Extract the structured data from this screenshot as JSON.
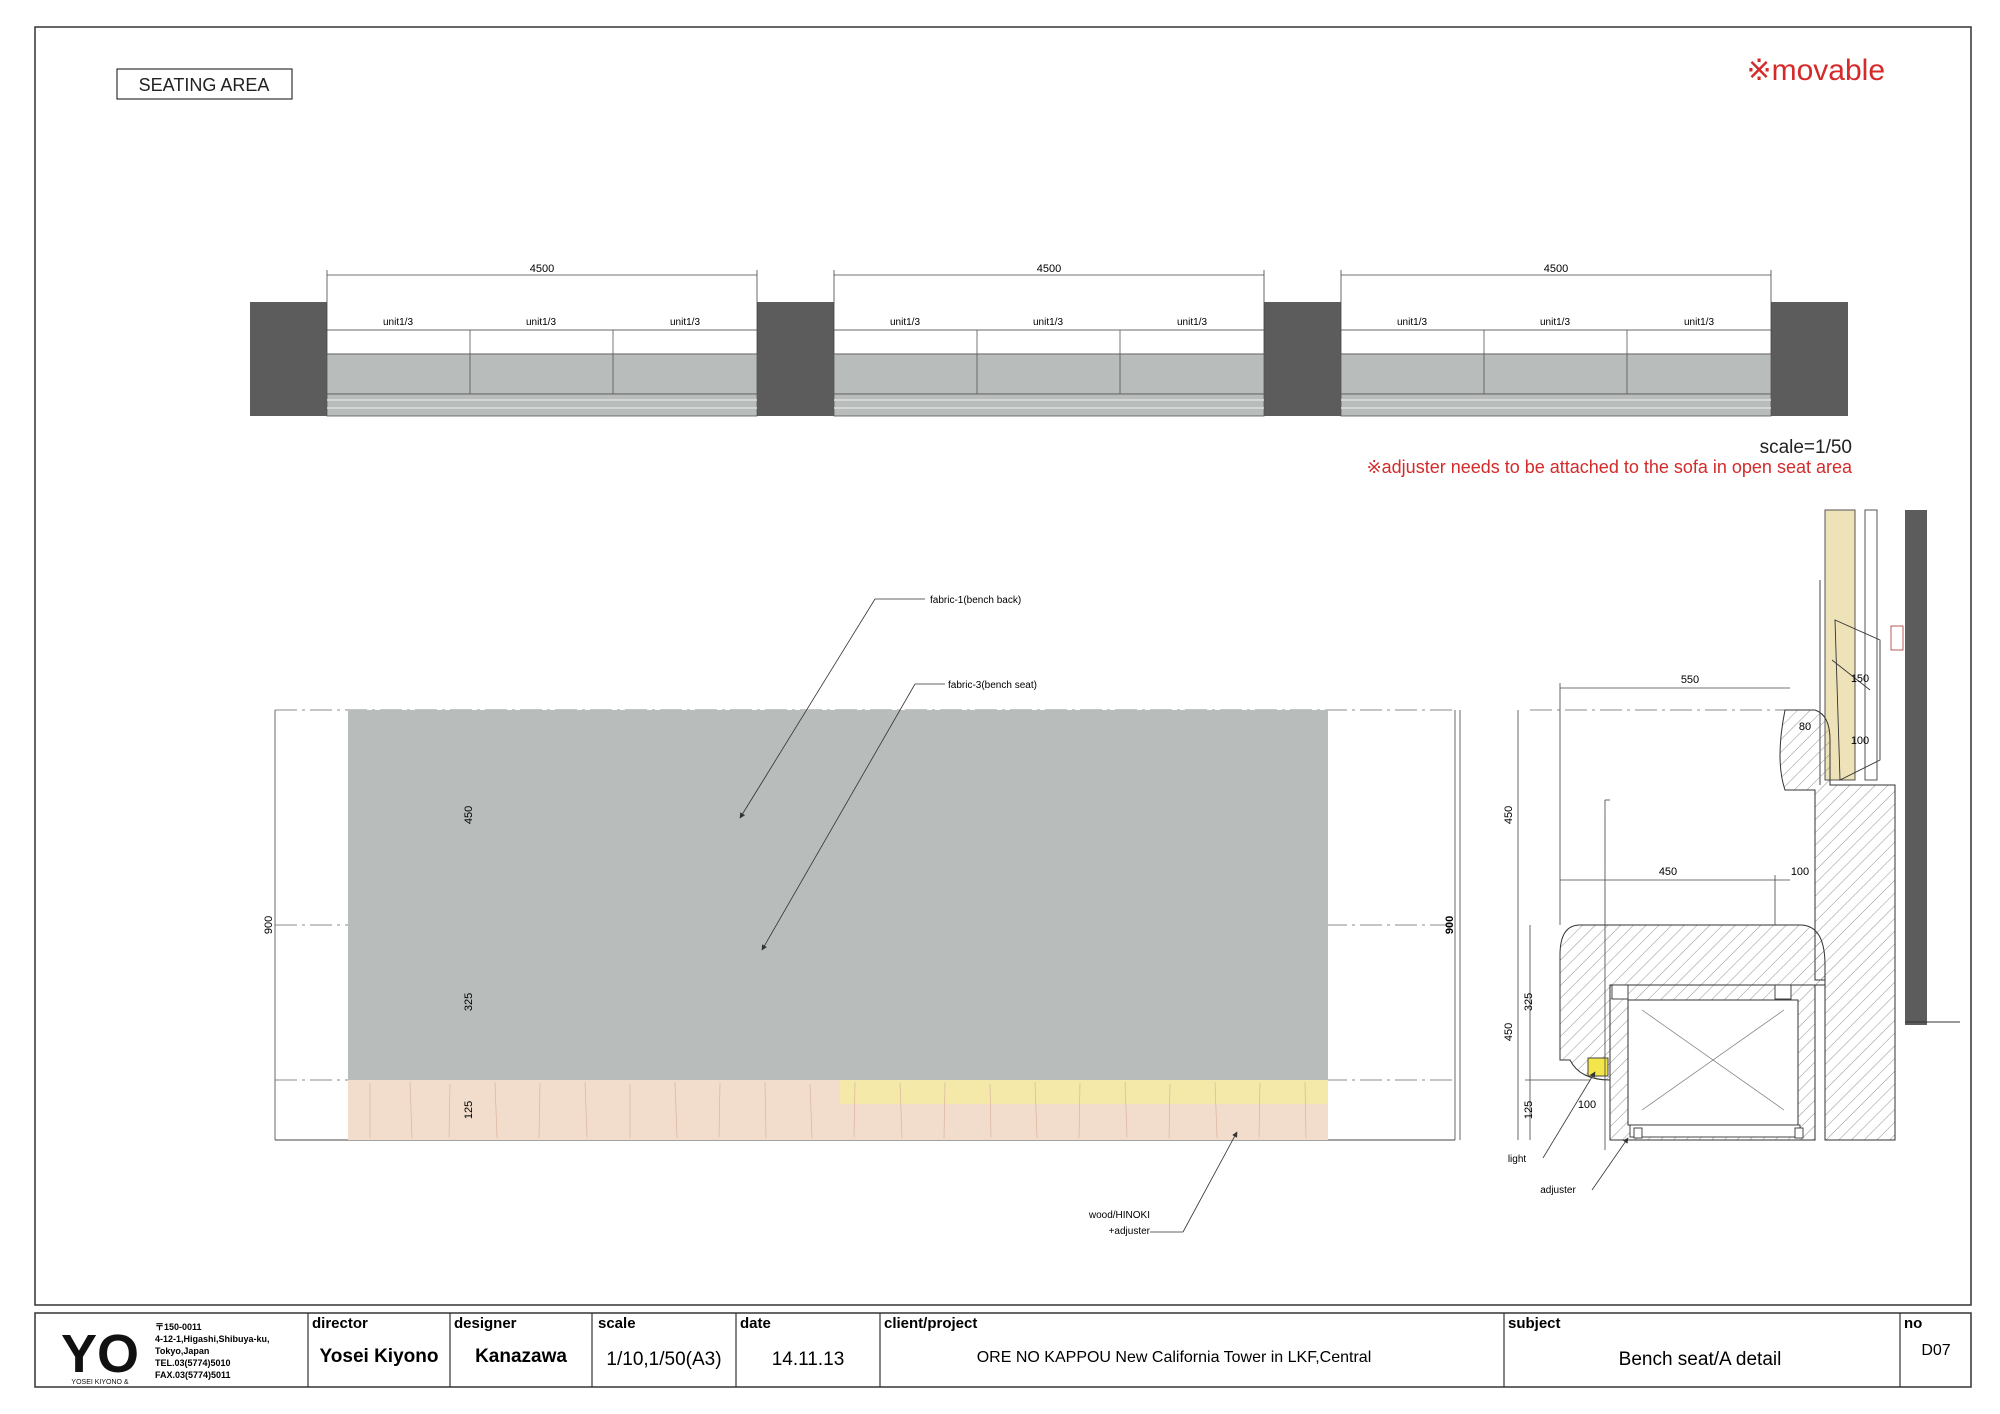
{
  "header": {
    "area_label": "SEATING AREA",
    "movable_note": "※movable"
  },
  "elevation": {
    "dim_width": "4500",
    "unit_label": "unit1/3",
    "scale_label": "scale=1/50",
    "adjuster_note": "※adjuster needs to be attached to the sofa in open seat area"
  },
  "front_detail": {
    "label_back": "fabric-1(bench back)",
    "label_seat": "fabric-3(bench seat)",
    "label_wood_1": "wood/HINOKI",
    "label_wood_2": "+adjuster",
    "dim_total": "900",
    "dim_back": "450",
    "dim_seat": "325",
    "dim_base": "125"
  },
  "section_detail": {
    "dim_depth": "550",
    "dim_seat_depth": "450",
    "dim_right_100": "100",
    "dim_top_80": "80",
    "dim_150": "150",
    "dim_100_upper": "100",
    "dim_100_light": "100",
    "dim_total": "900",
    "dim_upper": "450",
    "dim_lower": "450",
    "dim_325": "325",
    "dim_125": "125",
    "label_light": "light",
    "label_adjuster": "adjuster"
  },
  "title_block": {
    "postcode": "〒150-0011",
    "address_1": "4-12-1,Higashi,Shibuya-ku,",
    "address_2": "Tokyo,Japan",
    "tel": "TEL.03(5774)5010",
    "fax": "FAX.03(5774)5011",
    "logo_text": "YO",
    "logo_caption": "YOSEI KIYONO &",
    "director_label": "director",
    "director_value": "Yosei Kiyono",
    "designer_label": "designer",
    "designer_value": "Kanazawa",
    "scale_label": "scale",
    "scale_value": "1/10,1/50(A3)",
    "date_label": "date",
    "date_value": "14.11.13",
    "client_label": "client/project",
    "client_value": "ORE NO KAPPOU New California Tower in LKF,Central",
    "subject_label": "subject",
    "subject_value": "Bench seat/A detail",
    "no_label": "no",
    "no_value": "D07"
  },
  "colors": {
    "note_red": "#d42a2a",
    "pillar": "#5c5c5c",
    "fabric": "#b8bcbb",
    "wood": "#f2dccb",
    "wood_yellow": "#f4eca0",
    "wall_fill": "#eee2b8"
  }
}
